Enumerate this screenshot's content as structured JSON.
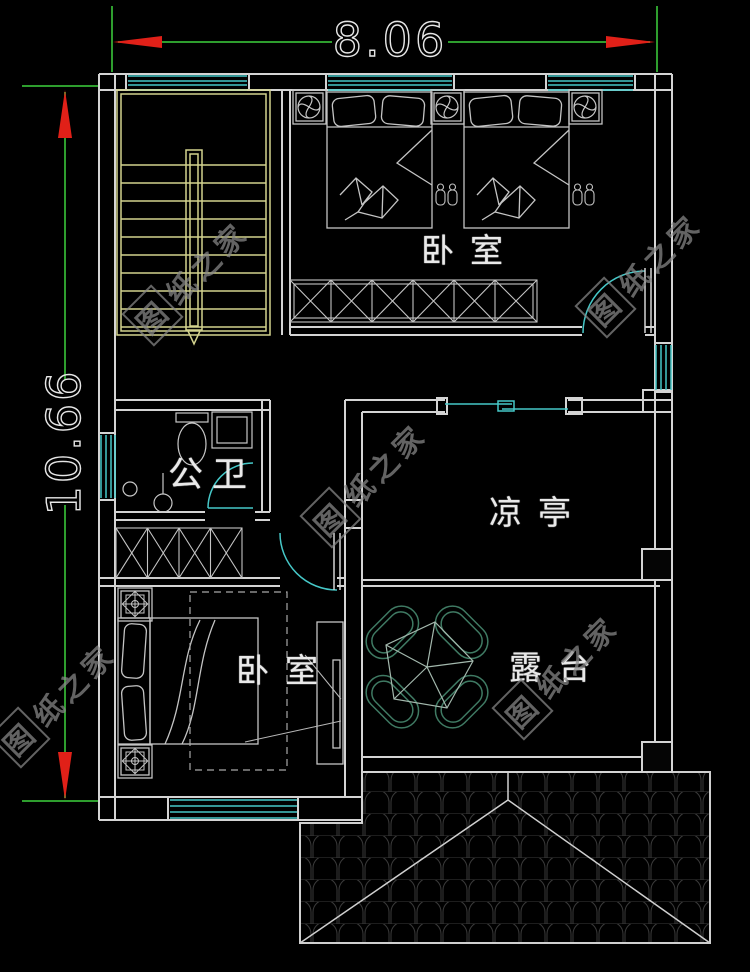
{
  "dimensions": {
    "width": "8.06",
    "height": "10.66"
  },
  "rooms": {
    "bedroom_top": {
      "label": "卧室"
    },
    "bathroom": {
      "label": "公卫"
    },
    "pavilion": {
      "label": "凉亭"
    },
    "terrace": {
      "label": "露台"
    },
    "bedroom_bottom": {
      "label": "卧室"
    }
  },
  "watermark": {
    "boxed_char": "图",
    "rest": "纸之家",
    "full": "图纸之家"
  },
  "colors": {
    "background": "#000000",
    "wall_line": "#d4d4d4",
    "window_door_cyan": "#46c8c8",
    "stair_yellow": "#d2d28e",
    "dimension_line_green": "#2e9e2e",
    "dimension_arrow_red": "#e02018",
    "dimension_text": "#e6e6e6",
    "room_label": "#e9e9e9",
    "watermark_gray": "#8a8a8a",
    "furniture_line": "#c4c4c4",
    "chair_green": "#3f7a63",
    "umbrella_line": "#a3b8ad",
    "roof_tile_line": "#3a3a3a"
  },
  "icons": {
    "nightstand_fan": "pinwheel-circle",
    "slippers": "twin-capsules",
    "compass_star": "eight-point-star",
    "floor_drain": "small-circle",
    "shower_head": "circle-with-stem",
    "parasol_table": "pentagon-umbrella-with-four-chairs"
  }
}
